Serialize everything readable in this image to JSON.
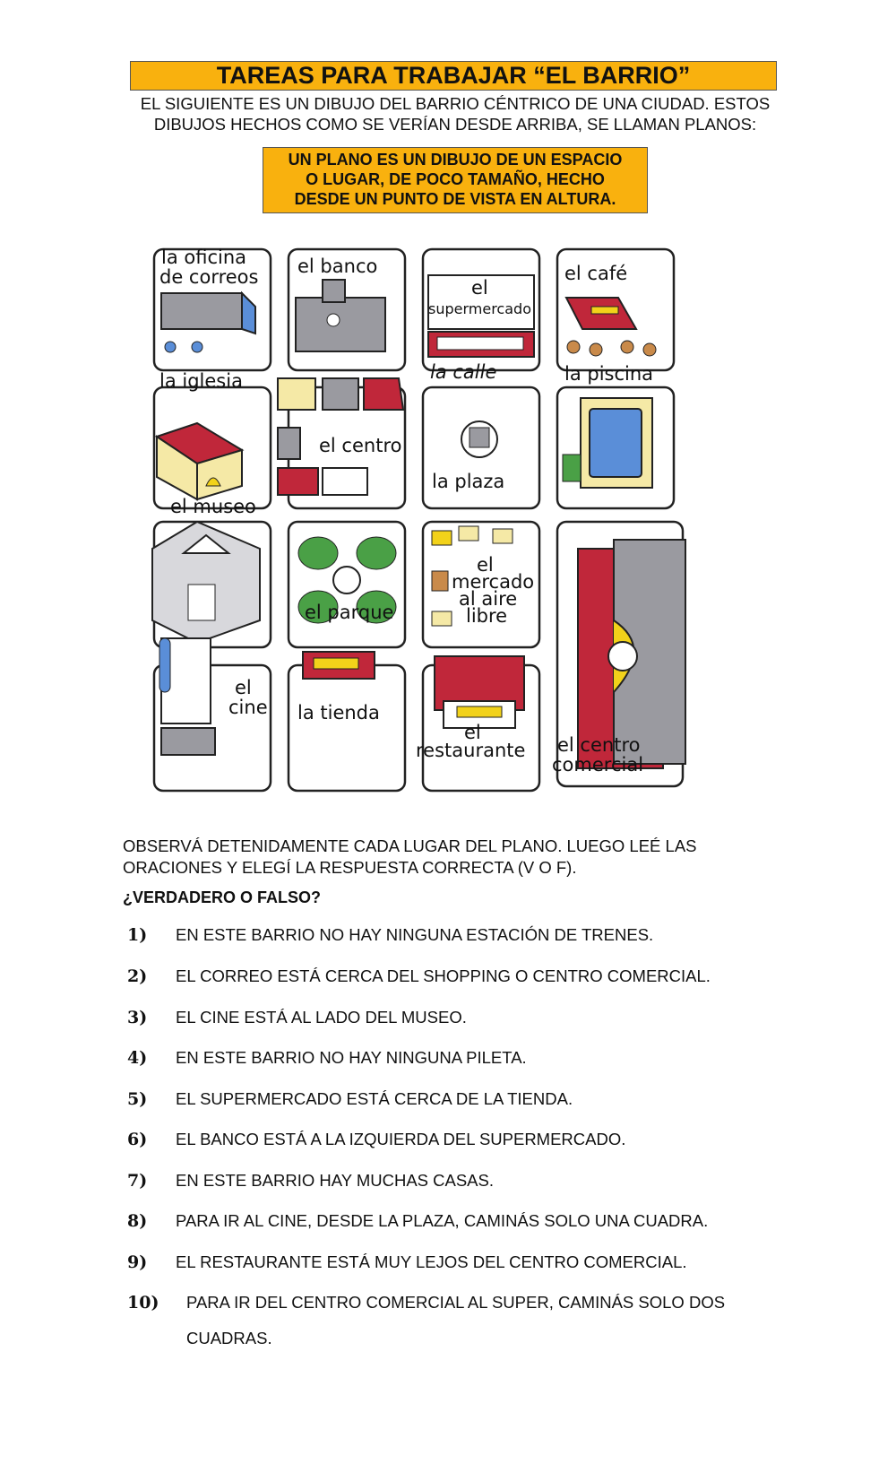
{
  "header": {
    "title": "TAREAS PARA TRABAJAR “EL BARRIO”",
    "intro_line1": "EL SIGUIENTE ES UN DIBUJO DEL BARRIO CÉNTRICO DE UNA CIUDAD. ESTOS",
    "intro_line2": "DIBUJOS HECHOS COMO SE VERÍAN DESDE ARRIBA, SE LLAMAN PLANOS:",
    "definition_line1": "UN PLANO ES UN DIBUJO DE UN ESPACIO",
    "definition_line2": "O LUGAR, DE POCO TAMAÑO, HECHO",
    "definition_line3": "DESDE UN PUNTO DE VISTA EN ALTURA."
  },
  "map": {
    "labels": {
      "correos_1": "la oficina",
      "correos_2": "de correos",
      "banco": "el banco",
      "super_1": "el",
      "super_2": "supermercado",
      "cafe": "el café",
      "iglesia": "la iglesia",
      "calle": "la calle",
      "piscina": "la piscina",
      "centro": "el centro",
      "plaza": "la plaza",
      "museo": "el museo",
      "parque": "el parque",
      "mercado_1": "el",
      "mercado_2": "mercado",
      "mercado_3": "al aire",
      "mercado_4": "libre",
      "cine_1": "el",
      "cine_2": "cine",
      "tienda": "la tienda",
      "restaurante_1": "el",
      "restaurante_2": "restaurante",
      "comercial_1": "el centro",
      "comercial_2": "comercial"
    },
    "colors": {
      "roof_red": "#c0273a",
      "roof_gray": "#9a9aa0",
      "tree_green": "#4aa046",
      "water_blue": "#5a8ed8",
      "sign_yellow": "#f2d21a"
    }
  },
  "instructions": {
    "line1": "OBSERVÁ DETENIDAMENTE CADA LUGAR DEL PLANO. LUEGO LEÉ LAS",
    "line2": "ORACIONES Y ELEGÍ LA RESPUESTA CORRECTA (V O F).",
    "heading": "¿VERDADERO O FALSO?"
  },
  "questions": [
    {
      "num": "1)",
      "text": "EN ESTE BARRIO NO HAY NINGUNA ESTACIÓN DE TRENES."
    },
    {
      "num": "2)",
      "text": "EL CORREO ESTÁ CERCA DEL SHOPPING O CENTRO COMERCIAL."
    },
    {
      "num": "3)",
      "text": "EL CINE ESTÁ AL LADO DEL MUSEO."
    },
    {
      "num": "4)",
      "text": "EN ESTE BARRIO NO HAY NINGUNA PILETA."
    },
    {
      "num": "5)",
      "text": "EL SUPERMERCADO ESTÁ CERCA DE LA TIENDA."
    },
    {
      "num": "6)",
      "text": "EL BANCO ESTÁ A LA IZQUIERDA DEL SUPERMERCADO."
    },
    {
      "num": "7)",
      "text": "EN ESTE BARRIO HAY MUCHAS CASAS."
    },
    {
      "num": "8)",
      "text": "PARA IR AL CINE, DESDE LA PLAZA, CAMINÁS SOLO UNA CUADRA."
    },
    {
      "num": "9)",
      "text": "EL RESTAURANTE ESTÁ MUY LEJOS DEL CENTRO COMERCIAL."
    },
    {
      "num": "10)",
      "text": "PARA IR DEL CENTRO COMERCIAL AL SUPER, CAMINÁS SOLO DOS"
    }
  ],
  "question10_continuation": "CUADRAS."
}
